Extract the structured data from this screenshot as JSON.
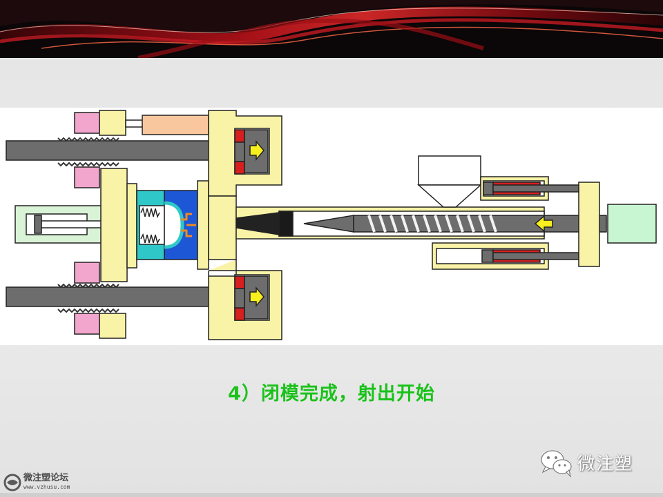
{
  "caption": "4）闭模完成，射出开始",
  "watermark": {
    "wechat_label": "微注塑",
    "forum_name": "微注塑论坛",
    "forum_url": "www.vzhusu.com"
  },
  "icons": [
    "wechat-icon",
    "forum-logo-icon",
    "arrow-right-icon",
    "arrow-left-icon"
  ],
  "colors": {
    "frame": "#f8f3a6",
    "frame_stroke": "#222222",
    "rod": "#6d6d6d",
    "pink_nut": "#f2a6cd",
    "peach_actuator": "#f9c79e",
    "mold_cyan": "#2fc7c7",
    "mold_blue": "#1d57d6",
    "piston_red": "#d61f1f",
    "arrow_yellow": "#f7ef1e",
    "motor_green": "#c8f5d2",
    "ejector_green": "#d9f3d6",
    "caption_green": "#19c219"
  }
}
